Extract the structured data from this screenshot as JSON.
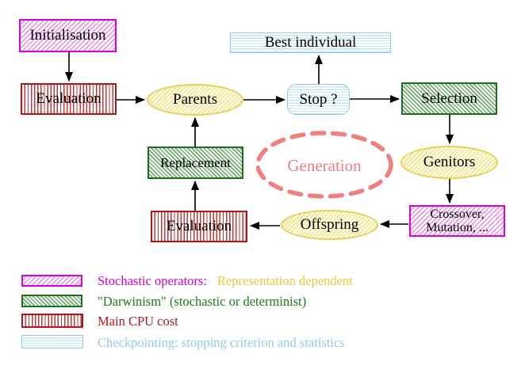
{
  "diagram": {
    "initialisation": "Initialisation",
    "evaluation_top": "Evaluation",
    "parents": "Parents",
    "stop": "Stop ?",
    "best_individual": "Best individual",
    "selection": "Selection",
    "genitors": "Genitors",
    "crossover_line1": "Crossover,",
    "crossover_line2": "Mutation, ...",
    "offspring": "Offspring",
    "evaluation_bottom": "Evaluation",
    "replacement": "Replacement",
    "generation": "Generation"
  },
  "legend": {
    "stochastic_label": "Stochastic operators:",
    "representation_label": "Representation dependent",
    "darwinism_label": "\"Darwinism\" (stochastic or determinist)",
    "cpu_label": "Main CPU cost",
    "checkpointing_label": "Checkpointing: stopping criterion and statistics"
  },
  "colors": {
    "magenta": "#d400d4",
    "gold": "#e8c93e",
    "green": "#1b7a1b",
    "dark_red": "#b01525",
    "light_blue": "#94cbe2",
    "salmon": "#f08080",
    "arrow_black": "#000000"
  }
}
